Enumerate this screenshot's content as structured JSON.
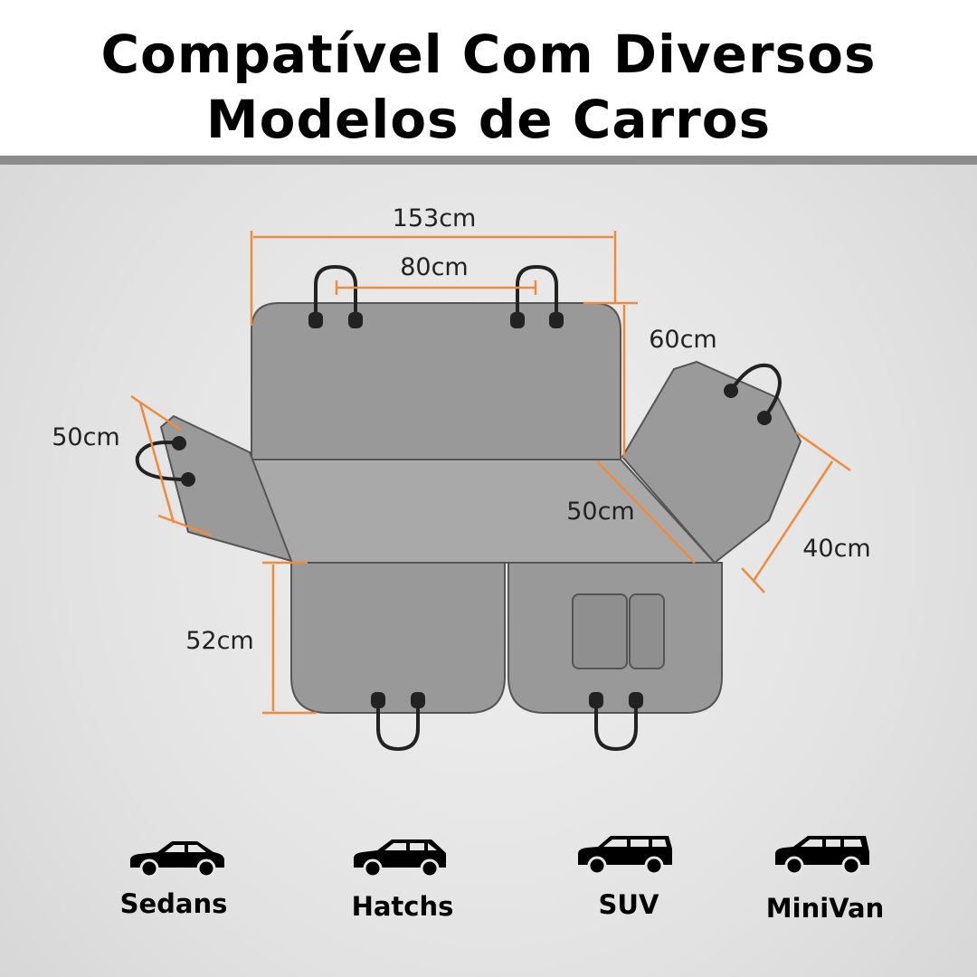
{
  "header": {
    "title_line1": "Compatível Com Diversos",
    "title_line2": "Modelos de Carros"
  },
  "dimensions": {
    "width_total": "153cm",
    "width_headrest": "80cm",
    "height_back": "60cm",
    "left_flap": "50cm",
    "seat_depth": "50cm",
    "right_flap": "40cm",
    "bottom_flap": "52cm"
  },
  "accent_color": "#f08a3c",
  "vehicles": [
    {
      "label": "Sedans",
      "icon": "sedan-car-icon"
    },
    {
      "label": "Hatchs",
      "icon": "hatchback-car-icon"
    },
    {
      "label": "SUV",
      "icon": "suv-car-icon"
    },
    {
      "label": "MiniVan",
      "icon": "minivan-car-icon"
    }
  ]
}
